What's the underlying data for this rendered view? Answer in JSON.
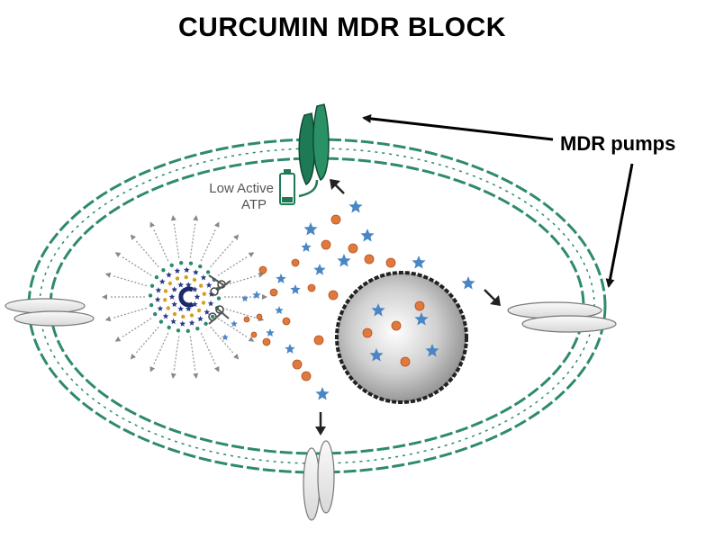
{
  "title": "CURCUMIN MDR BLOCK",
  "labels": {
    "low_active": "Low Active",
    "atp": "ATP",
    "mdr_pumps": "MDR pumps"
  },
  "colors": {
    "membrane": "#2e8a6e",
    "pump_active": "#1e7a55",
    "pump_inactive": "#e6e6e6",
    "drug_star": "#4a86c4",
    "curcumin_dot": "#e07a3c",
    "nanoparticle_star": "#2a3a8a",
    "nucleus": "#9a9a9a"
  },
  "icons": [
    "battery-icon",
    "scissors-icon",
    "arrow-icon",
    "star-icon"
  ]
}
